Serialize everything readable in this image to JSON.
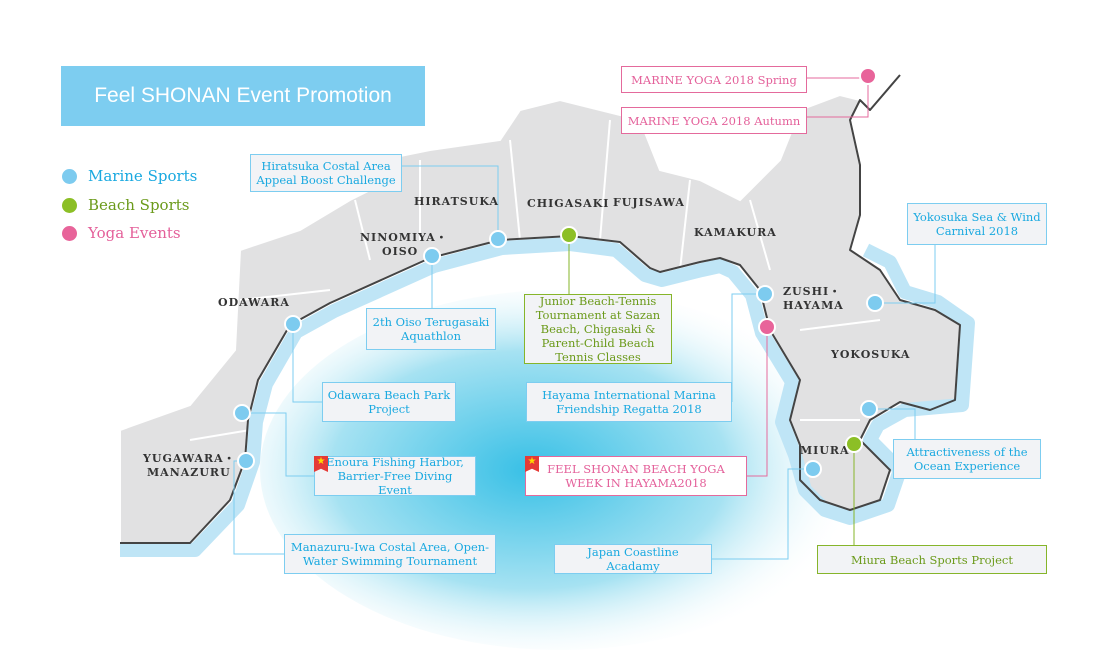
{
  "title": "Feel SHONAN Event Promotion",
  "legend": [
    {
      "label": "Marine Sports",
      "color": "#7dcbef"
    },
    {
      "label": "Beach Sports",
      "color": "#8cbf26"
    },
    {
      "label": "Yoga Events",
      "color": "#e8649a"
    }
  ],
  "cities": {
    "hiratsuka": "HIRATSUKA",
    "chigasaki": "CHIGASAKI",
    "fujisawa": "FUJISAWA",
    "kamakura": "KAMAKURA",
    "ninomiya": "NINOMIYA・",
    "oiso": "OISO",
    "odawara": "ODAWARA",
    "zushi": "ZUSHI・",
    "hayama": "HAYAMA",
    "yokosuka": "YOKOSUKA",
    "yugawara": "YUGAWARA・",
    "manazuru": "MANAZURU",
    "miura": "MIURA"
  },
  "events": {
    "hiratsuka": "Hiratsuka Costal Area Appeal Boost Challenge",
    "oiso": "2th Oiso Terugasaki Aquathlon",
    "junior": "Junior Beach-Tennis Tournament at Sazan Beach, Chigasaki & Parent-Child Beach Tennis Classes",
    "odawara": "Odawara Beach Park Project",
    "regatta": "Hayama International Marina Friendship Regatta 2018",
    "enoura": "Enoura Fishing Harbor, Barrier-Free Diving Event",
    "yogaweek": "FEEL SHONAN BEACH YOGA WEEK IN HAYAMA2018",
    "manazuru": "Manazuru-Iwa Costal Area, Open-Water Swimming Tournament",
    "coastline": "Japan Coastline Acadamy",
    "yoga_spring": "MARINE YOGA 2018 Spring",
    "yoga_autumn": "MARINE YOGA 2018 Autumn",
    "yokosuka": "Yokosuka Sea & Wind Carnival 2018",
    "attractive": "Attractiveness of the Ocean Experience",
    "miura": "Miura Beach Sports Project"
  }
}
